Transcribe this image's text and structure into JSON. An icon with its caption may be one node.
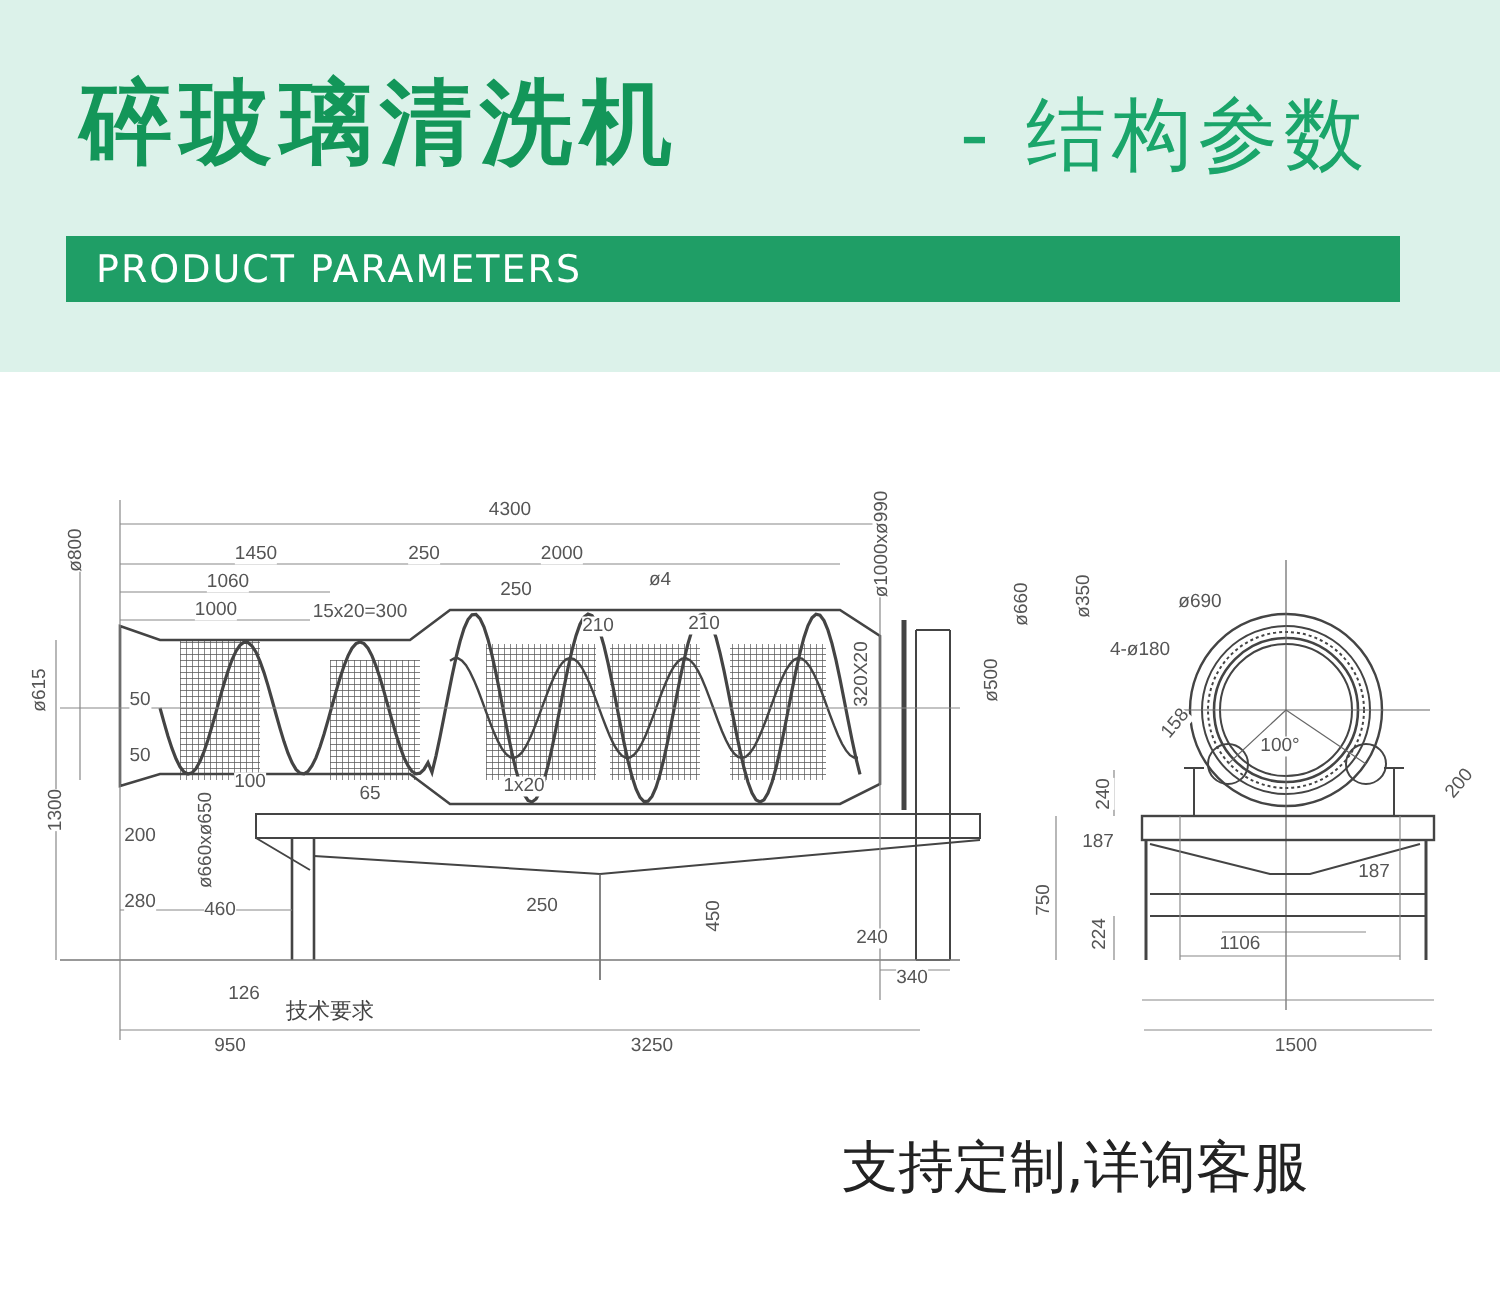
{
  "diagram": {
    "title": "碎玻璃清洗机",
    "labels": [
      "- 结构参数",
      "PRODUCT PARAMETERS",
      "4300",
      "1450",
      "250",
      "2000",
      "1060",
      "250",
      "ø4",
      "1000",
      "15x20=300",
      "ø800",
      "ø1000xø990",
      "ø660",
      "ø350",
      "ø690",
      "4-ø180",
      "210",
      "210",
      "ø615",
      "320X20",
      "ø500",
      "50",
      "50",
      "100",
      "65",
      "1x20",
      "158",
      "100°",
      "240",
      "200",
      "1300",
      "200",
      "187",
      "187",
      "ø660xø650",
      "280",
      "460",
      "250",
      "450",
      "750",
      "240",
      "224",
      "1106",
      "340",
      "126",
      "技术要求",
      "950",
      "3250",
      "1500",
      "支持定制,详询客服"
    ]
  }
}
